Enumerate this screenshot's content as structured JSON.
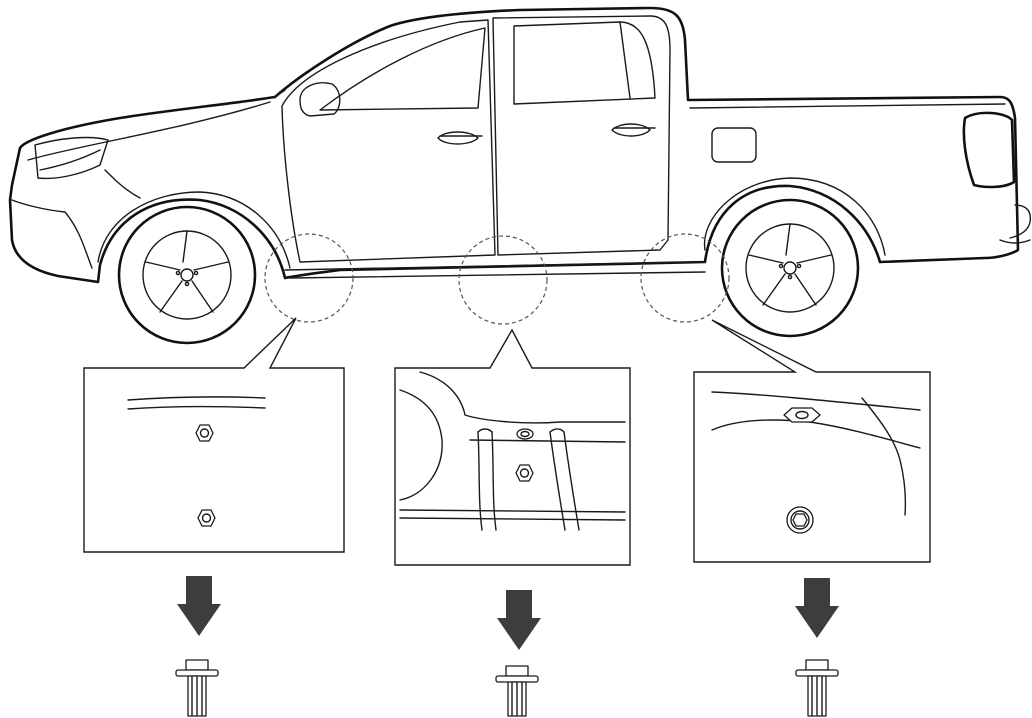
{
  "figure": {
    "vehicle": "pickup-truck-side-view",
    "callouts": [
      {
        "position": "front-rocker",
        "fastener_count": 2
      },
      {
        "position": "middle-rocker",
        "fastener_count": 2
      },
      {
        "position": "rear-rocker",
        "fastener_count": 2
      }
    ],
    "result_part": "flange-bolt",
    "arrow_color": "#3d3d3d",
    "line_color": "#1a1a1a"
  }
}
